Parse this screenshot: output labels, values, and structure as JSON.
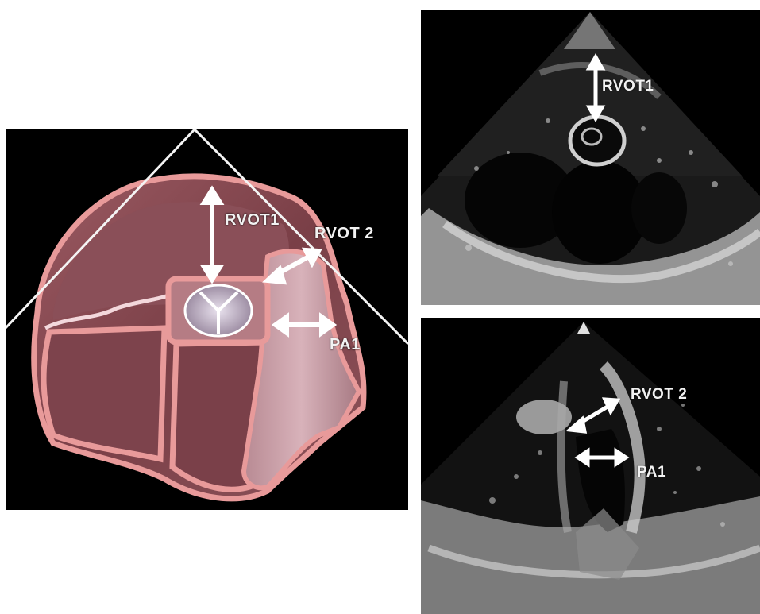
{
  "illustration": {
    "labels": {
      "rvot1": "RVOT1",
      "rvot2": "RVOT 2",
      "pa1": "PA1"
    }
  },
  "echo_top": {
    "labels": {
      "rvot1": "RVOT1"
    }
  },
  "echo_bottom": {
    "labels": {
      "rvot2": "RVOT 2",
      "pa1": "PA1"
    }
  },
  "colors": {
    "background": "#ffffff",
    "panel": "#000000",
    "tissue": "#8a5058",
    "tissue_outline": "#e89a9a",
    "arrow": "#ffffff"
  }
}
